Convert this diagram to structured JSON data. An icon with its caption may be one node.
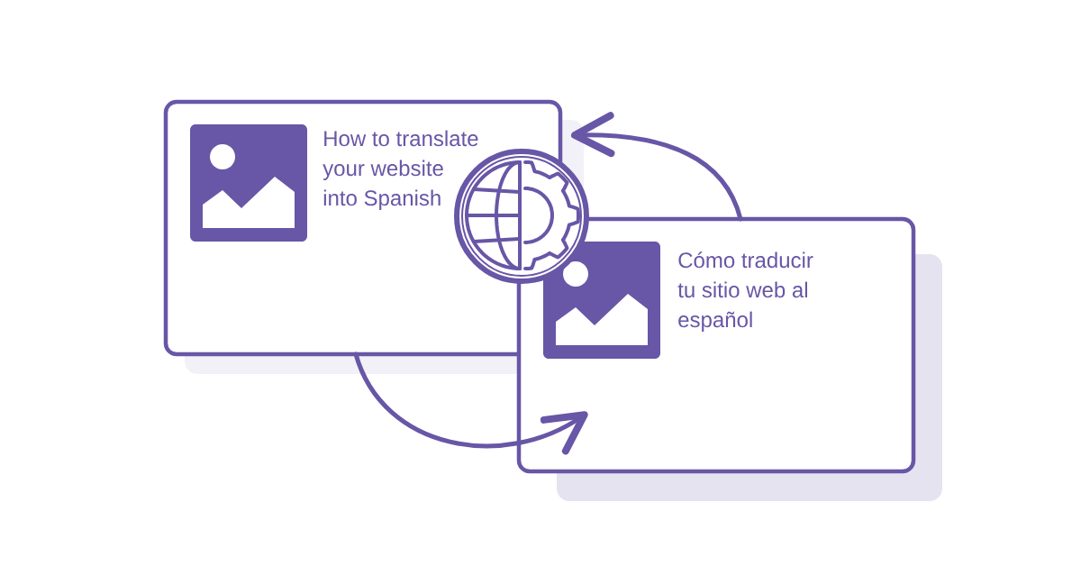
{
  "diagram": {
    "nodes": [
      {
        "text": [
          "How to translate your website into Spanish"
        ]
      },
      {
        "text": [
          "Cómo traducir tu sitio web al español"
        ]
      }
    ],
    "edges": [
      {
        "from": 1,
        "to": 0,
        "arrow": "to"
      },
      {
        "from": 0,
        "to": 1,
        "arrow": "to"
      }
    ]
  }
}
